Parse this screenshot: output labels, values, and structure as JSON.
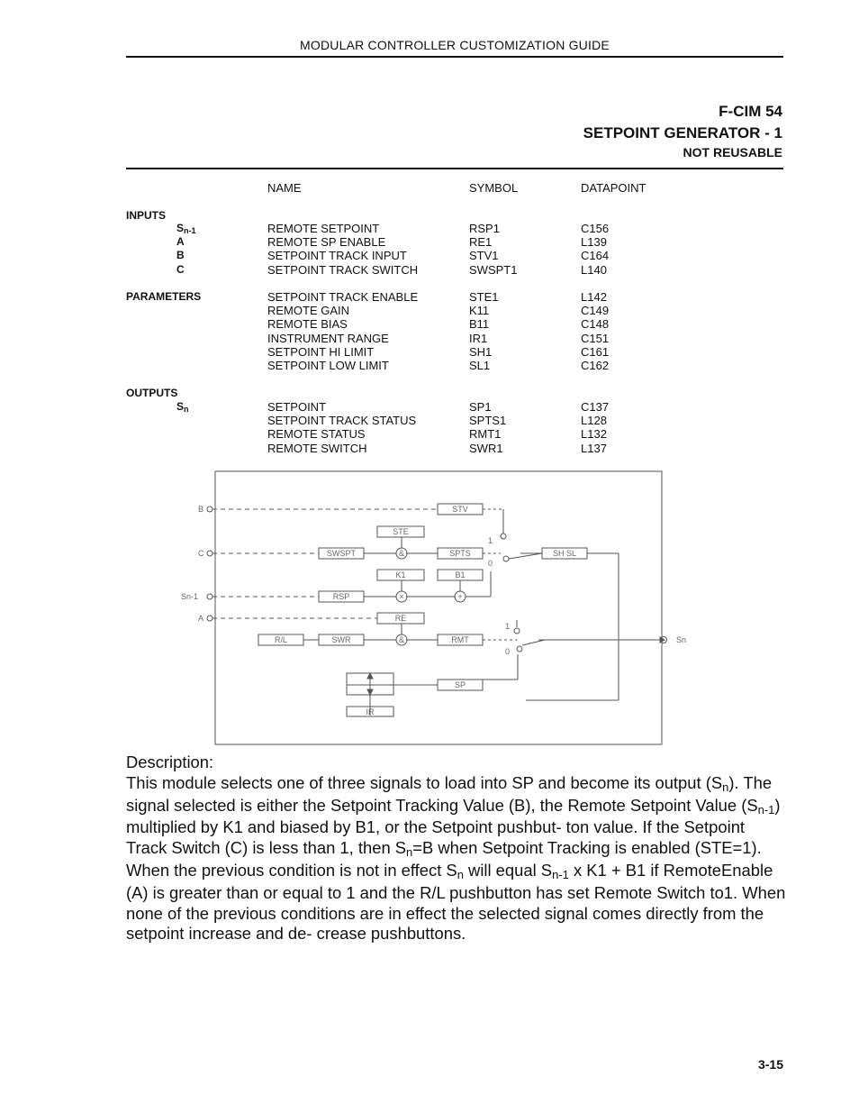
{
  "header": {
    "running_title": "MODULAR CONTROLLER CUSTOMIZATION GUIDE",
    "module_id": "F-CIM 54",
    "module_name": "SETPOINT GENERATOR - 1",
    "reuse_note": "NOT REUSABLE"
  },
  "table": {
    "columns": [
      "NAME",
      "SYMBOL",
      "DATAPOINT"
    ],
    "sections": [
      {
        "label": "INPUTS",
        "rows": [
          {
            "sym_main": "S",
            "sym_sub": "n-1",
            "name": "REMOTE SETPOINT",
            "symbol": "RSP1",
            "datapoint": "C156"
          },
          {
            "sym_main": "A",
            "sym_sub": "",
            "name": "REMOTE SP ENABLE",
            "symbol": "RE1",
            "datapoint": "L139"
          },
          {
            "sym_main": "B",
            "sym_sub": "",
            "name": "SETPOINT TRACK INPUT",
            "symbol": "STV1",
            "datapoint": "C164"
          },
          {
            "sym_main": "C",
            "sym_sub": "",
            "name": "SETPOINT TRACK SWITCH",
            "symbol": "SWSPT1",
            "datapoint": "L140"
          }
        ]
      },
      {
        "label": "PARAMETERS",
        "rows": [
          {
            "sym_main": "",
            "sym_sub": "",
            "name": "SETPOINT TRACK ENABLE",
            "symbol": "STE1",
            "datapoint": "L142"
          },
          {
            "sym_main": "",
            "sym_sub": "",
            "name": "REMOTE GAIN",
            "symbol": "K11",
            "datapoint": "C149"
          },
          {
            "sym_main": "",
            "sym_sub": "",
            "name": "REMOTE BIAS",
            "symbol": "B11",
            "datapoint": "C148"
          },
          {
            "sym_main": "",
            "sym_sub": "",
            "name": "INSTRUMENT RANGE",
            "symbol": "IR1",
            "datapoint": "C151"
          },
          {
            "sym_main": "",
            "sym_sub": "",
            "name": "SETPOINT HI LIMIT",
            "symbol": "SH1",
            "datapoint": "C161"
          },
          {
            "sym_main": "",
            "sym_sub": "",
            "name": "SETPOINT LOW LIMIT",
            "symbol": "SL1",
            "datapoint": "C162"
          }
        ]
      },
      {
        "label": "OUTPUTS",
        "rows": [
          {
            "sym_main": "S",
            "sym_sub": "n",
            "name": "SETPOINT",
            "symbol": "SP1",
            "datapoint": "C137"
          },
          {
            "sym_main": "",
            "sym_sub": "",
            "name": "SETPOINT TRACK STATUS",
            "symbol": "SPTS1",
            "datapoint": "L128"
          },
          {
            "sym_main": "",
            "sym_sub": "",
            "name": "REMOTE STATUS",
            "symbol": "RMT1",
            "datapoint": "L132"
          },
          {
            "sym_main": "",
            "sym_sub": "",
            "name": "REMOTE SWITCH",
            "symbol": "SWR1",
            "datapoint": "L137"
          }
        ]
      }
    ]
  },
  "diagram": {
    "inputs": {
      "b": "B",
      "c": "C",
      "sn1": "Sn-1",
      "a": "A"
    },
    "output": "Sn",
    "blocks": {
      "stv": "STV",
      "ste": "STE",
      "swspt": "SWSPT",
      "spts": "SPTS",
      "k1": "K1",
      "b1": "B1",
      "rsp": "RSP",
      "re": "RE",
      "rl": "R/L",
      "swr": "SWR",
      "rmt": "RMT",
      "sp": "SP",
      "ir": "IR",
      "shsl": "SH SL"
    },
    "ops": {
      "and1": "&",
      "mult": "×",
      "plus": "+",
      "and2": "&"
    },
    "switch_labels": {
      "s1_one": "1",
      "s1_zero": "0",
      "s2_one": "1",
      "s2_zero": "0"
    }
  },
  "description": {
    "heading": "Description:",
    "p1": "This module selects one of three signals to load into SP and become its output (S",
    "p1_sub": "n",
    "p2": "). The signal selected is either the Setpoint Tracking Value (B), the Remote Setpoint Value (S",
    "p2_sub": "n-1",
    "p3": ") multiplied by K1 and biased by B1, or the Setpoint pushbut- ton value. If the Setpoint Track Switch (C) is less than 1, then S",
    "p3_sub": "n",
    "p4": "=B when Setpoint Tracking is enabled (STE=1). When the previous condition is not in effect S",
    "p4_sub": "n",
    "p5": " will equal S",
    "p5_sub": "n-1",
    "p6": " x K1 + B1 if RemoteEnable (A) is greater than or equal to 1 and the R/L pushbutton has set Remote Switch to1. When none of the previous conditions are in effect the selected signal comes directly from the setpoint increase and de- crease pushbuttons."
  },
  "footer": {
    "page_number": "3-15"
  }
}
